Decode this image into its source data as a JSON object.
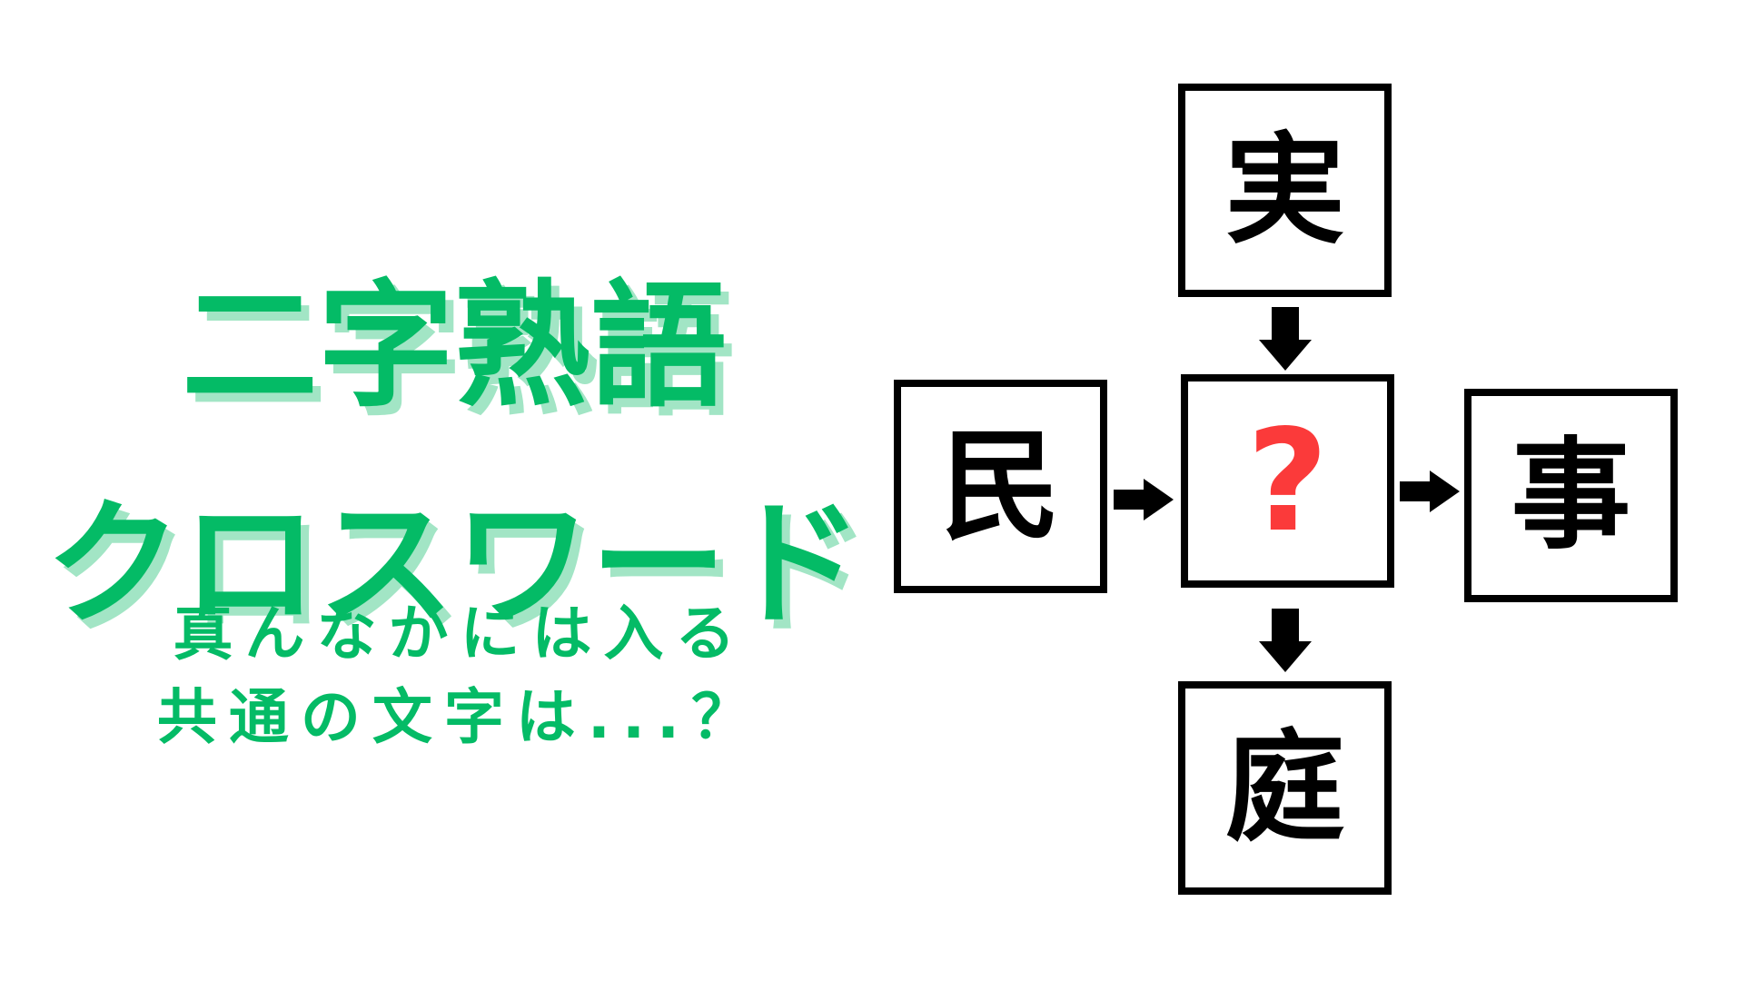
{
  "page": {
    "background_color": "#ffffff"
  },
  "title": {
    "line1": "二字熟語",
    "line2": "クロスワード",
    "text_color": "#04BB66",
    "shadow_color": "#A2E5C5"
  },
  "subtitle": {
    "line1": "真んなかには入る",
    "line2": "共通の文字は...？",
    "text_color": "#04BB66"
  },
  "puzzle": {
    "center_cell": {
      "label": "?",
      "text_color": "#FB3A3A"
    },
    "cells": {
      "top": {
        "label": "実"
      },
      "left": {
        "label": "民"
      },
      "right": {
        "label": "事"
      },
      "bottom": {
        "label": "庭"
      }
    },
    "box_border_color": "#000000",
    "kanji_color": "#000000",
    "arrow_color": "#000000",
    "arrows": [
      {
        "id": "top-to-center",
        "direction": "down"
      },
      {
        "id": "left-to-center",
        "direction": "right"
      },
      {
        "id": "center-to-right",
        "direction": "right"
      },
      {
        "id": "center-to-bottom",
        "direction": "down"
      }
    ]
  }
}
